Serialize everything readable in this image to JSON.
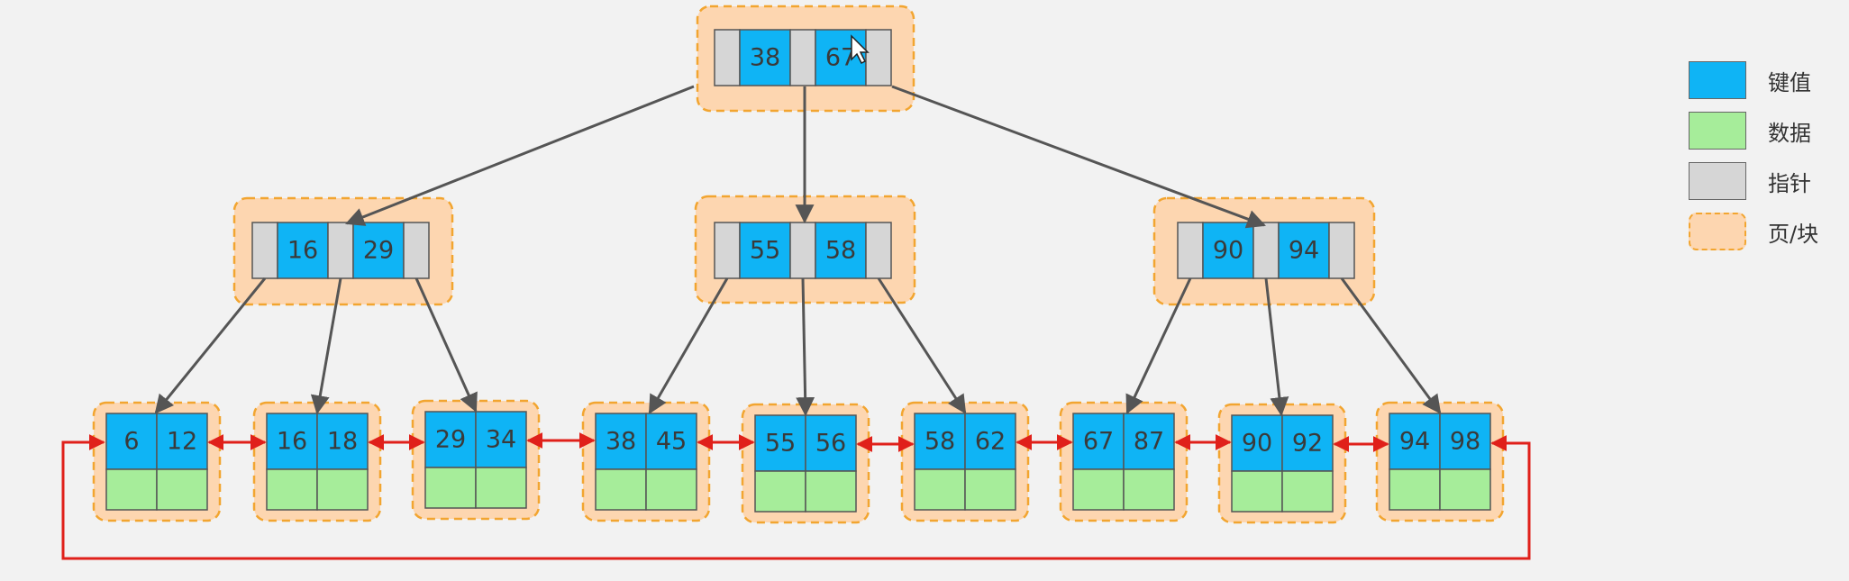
{
  "tree": {
    "root": {
      "keys": [
        "38",
        "67"
      ]
    },
    "internal": [
      {
        "keys": [
          "16",
          "29"
        ]
      },
      {
        "keys": [
          "55",
          "58"
        ]
      },
      {
        "keys": [
          "90",
          "94"
        ]
      }
    ],
    "leaves": [
      {
        "keys": [
          "6",
          "12"
        ]
      },
      {
        "keys": [
          "16",
          "18"
        ]
      },
      {
        "keys": [
          "29",
          "34"
        ]
      },
      {
        "keys": [
          "38",
          "45"
        ]
      },
      {
        "keys": [
          "55",
          "56"
        ]
      },
      {
        "keys": [
          "58",
          "62"
        ]
      },
      {
        "keys": [
          "67",
          "87"
        ]
      },
      {
        "keys": [
          "90",
          "92"
        ]
      },
      {
        "keys": [
          "94",
          "98"
        ]
      }
    ]
  },
  "legend": {
    "key_label": "键值",
    "data_label": "数据",
    "pointer_label": "指针",
    "page_label": "页/块"
  },
  "colors": {
    "background": "#f2f2f2",
    "key": "#0fb4f5",
    "data": "#a6ed9a",
    "pointer": "#d6d6d6",
    "page_fill": "#fdd6b0",
    "page_border": "#f2a530",
    "arrow": "#555555",
    "leaf_link": "#e0201a"
  }
}
